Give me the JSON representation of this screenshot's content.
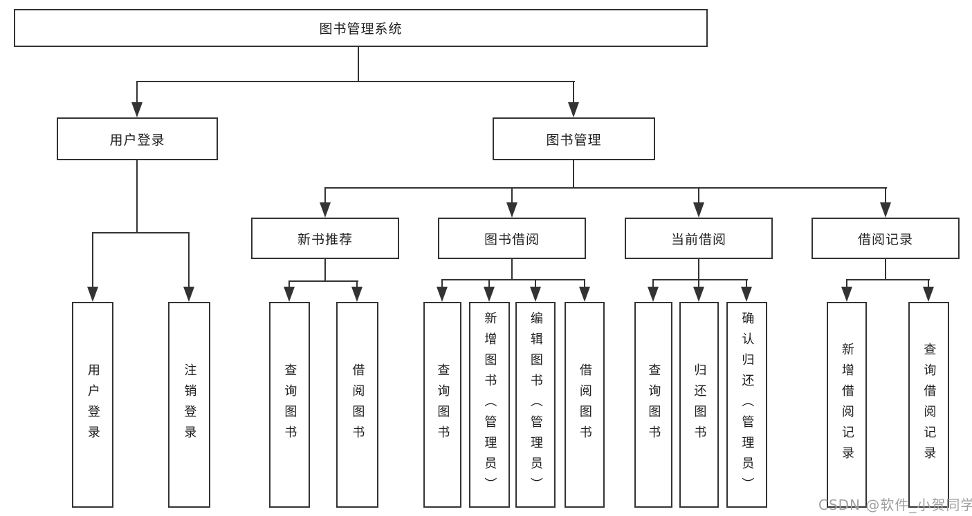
{
  "diagram": {
    "type": "tree",
    "colors": {
      "line": "#333333",
      "text": "#1f1f1f",
      "background": "#ffffff",
      "watermark": "#a0a0a0"
    },
    "root": {
      "label": "图书管理系统",
      "children": [
        {
          "label": "用户登录",
          "children": [
            {
              "label": "用户登录"
            },
            {
              "label": "注销登录"
            }
          ]
        },
        {
          "label": "图书管理",
          "children": [
            {
              "label": "新书推荐",
              "children": [
                {
                  "label": "查询图书"
                },
                {
                  "label": "借阅图书"
                }
              ]
            },
            {
              "label": "图书借阅",
              "children": [
                {
                  "label": "查询图书"
                },
                {
                  "label": "新增图书（管理员）"
                },
                {
                  "label": "编辑图书（管理员）"
                },
                {
                  "label": "借阅图书"
                }
              ]
            },
            {
              "label": "当前借阅",
              "children": [
                {
                  "label": "查询图书"
                },
                {
                  "label": "归还图书"
                },
                {
                  "label": "确认归还（管理员）"
                }
              ]
            },
            {
              "label": "借阅记录",
              "children": [
                {
                  "label": "新增借阅记录"
                },
                {
                  "label": "查询借阅记录"
                }
              ]
            }
          ]
        }
      ]
    },
    "watermark": "CSDN @软件_小贺同学"
  }
}
